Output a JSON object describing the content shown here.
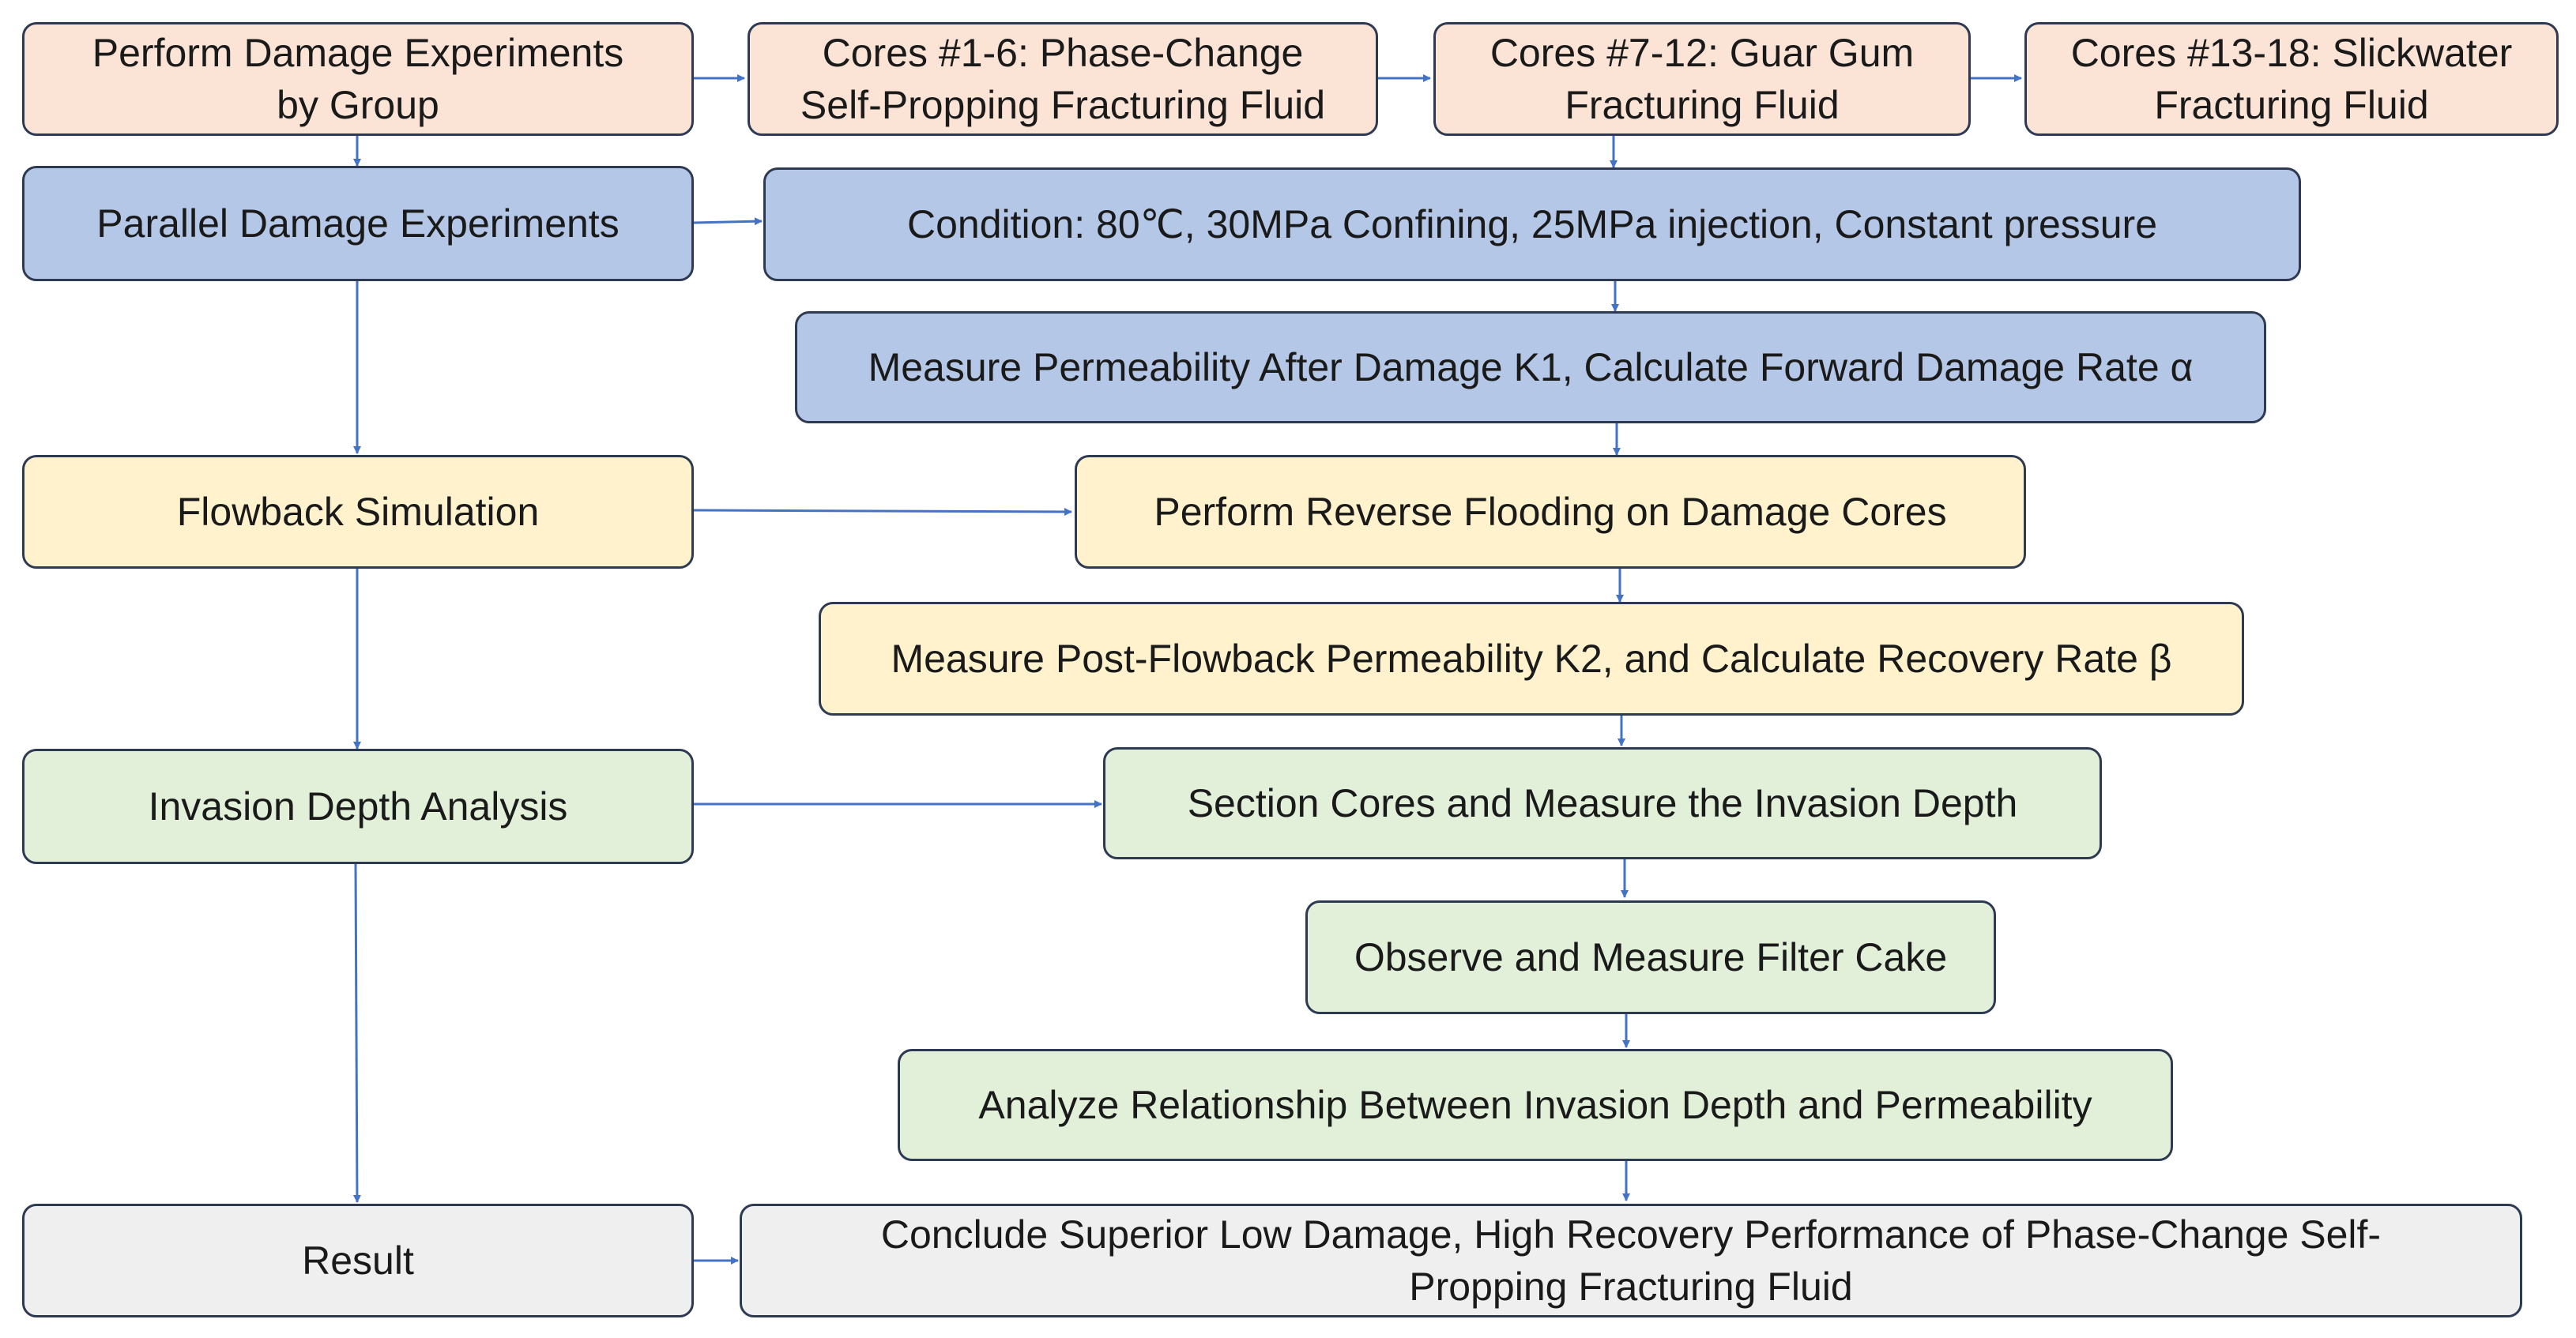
{
  "colors": {
    "connector": "#4472c4",
    "border": "#2e3a52",
    "orange_fill": "#fbe3d6",
    "blue_fill": "#b4c7e7",
    "yellow_fill": "#fff2cc",
    "green_fill": "#e2f0d9",
    "gray_fill": "#efefef"
  },
  "nodes": {
    "group": "Perform Damage Experiments\nby Group",
    "cores_1_6": "Cores #1-6: Phase-Change\nSelf-Propping Fracturing Fluid",
    "cores_7_12": "Cores #7-12:  Guar  Gum\nFracturing Fluid",
    "cores_13_18": "Cores #13-18: Slickwater\nFracturing Fluid",
    "parallel": "Parallel Damage Experiments",
    "condition": "Condition: 80℃, 30MPa Confining, 25MPa injection, Constant pressure",
    "measure_k1": "Measure Permeability After Damage K1, Calculate Forward Damage Rate α",
    "flowback": "Flowback Simulation",
    "reverse": "Perform  Reverse  Flooding on Damage Cores",
    "measure_k2": "Measure Post-Flowback  Permeability K2, and Calculate Recovery Rate β",
    "invasion": "Invasion Depth Analysis",
    "section": "Section Cores and Measure the Invasion Depth",
    "filter_cake": "Observe and Measure Filter Cake",
    "relationship": "Analyze Relationship  Between Invasion Depth and Permeability",
    "result": "Result",
    "conclude": "Conclude Superior Low  Damage,  High Recovery Performance of Phase-Change Self-\nPropping Fracturing Fluid"
  }
}
